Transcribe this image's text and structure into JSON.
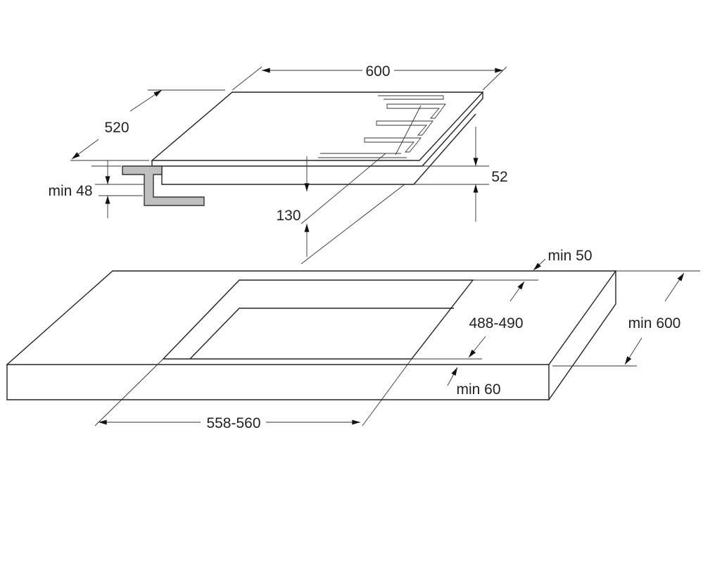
{
  "hob": {
    "width_label": "600",
    "depth_label": "520",
    "height_label": "52",
    "clearance_label": "130",
    "bracket_label": "min 48"
  },
  "countertop": {
    "back_margin_label": "min 50",
    "cutout_depth_label": "488-490",
    "worktop_depth_label": "min 600",
    "front_margin_label": "min 60",
    "cutout_width_label": "558-560"
  },
  "colors": {
    "line": "#222222",
    "bracket": "#bfbfbf"
  }
}
